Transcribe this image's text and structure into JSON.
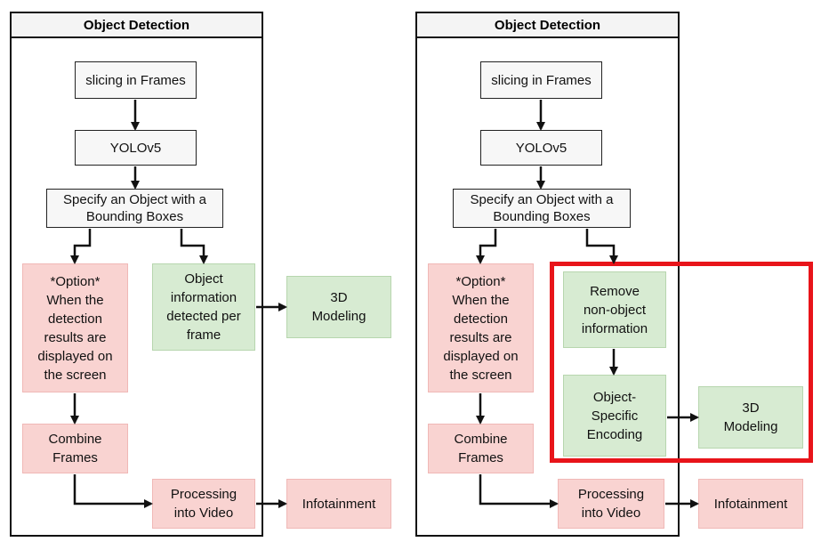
{
  "left_panel": {
    "title": "Object Detection",
    "slicing": "slicing in Frames",
    "yolo": "YOLOv5",
    "specify": "Specify an Object with a\nBounding Boxes",
    "option": "*Option*\nWhen the\ndetection\nresults are\ndisplayed on\nthe screen",
    "object_info": "Object\ninformation\ndetected per\nframe",
    "combine": "Combine\nFrames",
    "processing": "Processing\ninto Video"
  },
  "left_outputs": {
    "modeling": "3D\nModeling",
    "infotainment": "Infotainment"
  },
  "right_panel": {
    "title": "Object Detection",
    "slicing": "slicing in Frames",
    "yolo": "YOLOv5",
    "specify": "Specify an Object with a\nBounding Boxes",
    "option": "*Option*\nWhen the\ndetection\nresults are\ndisplayed on\nthe screen",
    "remove": "Remove\nnon-object\ninformation",
    "encoding": "Object-\nSpecific\nEncoding",
    "combine": "Combine\nFrames",
    "processing": "Processing\ninto Video"
  },
  "right_outputs": {
    "modeling": "3D\nModeling",
    "infotainment": "Infotainment"
  },
  "colors": {
    "pink_fill": "#f9d3d1",
    "green_fill": "#d7ebd2",
    "highlight": "#e8141a"
  }
}
